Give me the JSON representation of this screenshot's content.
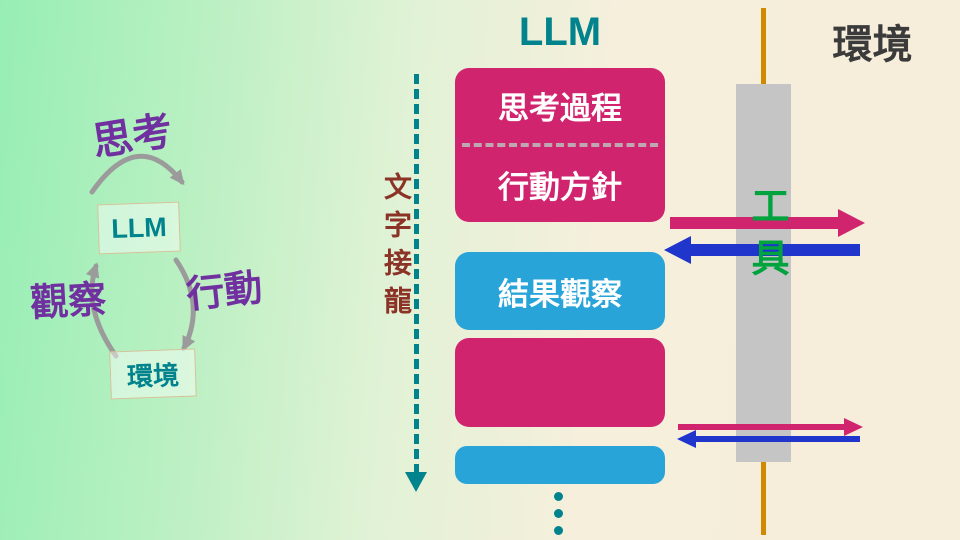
{
  "headers": {
    "llm": "LLM",
    "environment": "環境"
  },
  "cycle": {
    "think": "思考",
    "llm": "LLM",
    "observe": "觀察",
    "act": "行動",
    "environment": "環境"
  },
  "flow": {
    "label": "文字接龍",
    "box1_top": "思考過程",
    "box1_bottom": "行動方針",
    "box2": "結果觀察",
    "ellipsis": "⋮"
  },
  "tools": {
    "label": "工具"
  },
  "colors": {
    "teal": "#00838c",
    "pink": "#d1246f",
    "blue": "#29a4d9",
    "arrow_blue": "#1f35cc",
    "purple": "#7030a0",
    "green": "#00a33e",
    "orange": "#cf8a00",
    "gray_bar": "#c5c5c5",
    "maroon": "#8a3326",
    "arrow_gray": "#9b9b9b"
  }
}
